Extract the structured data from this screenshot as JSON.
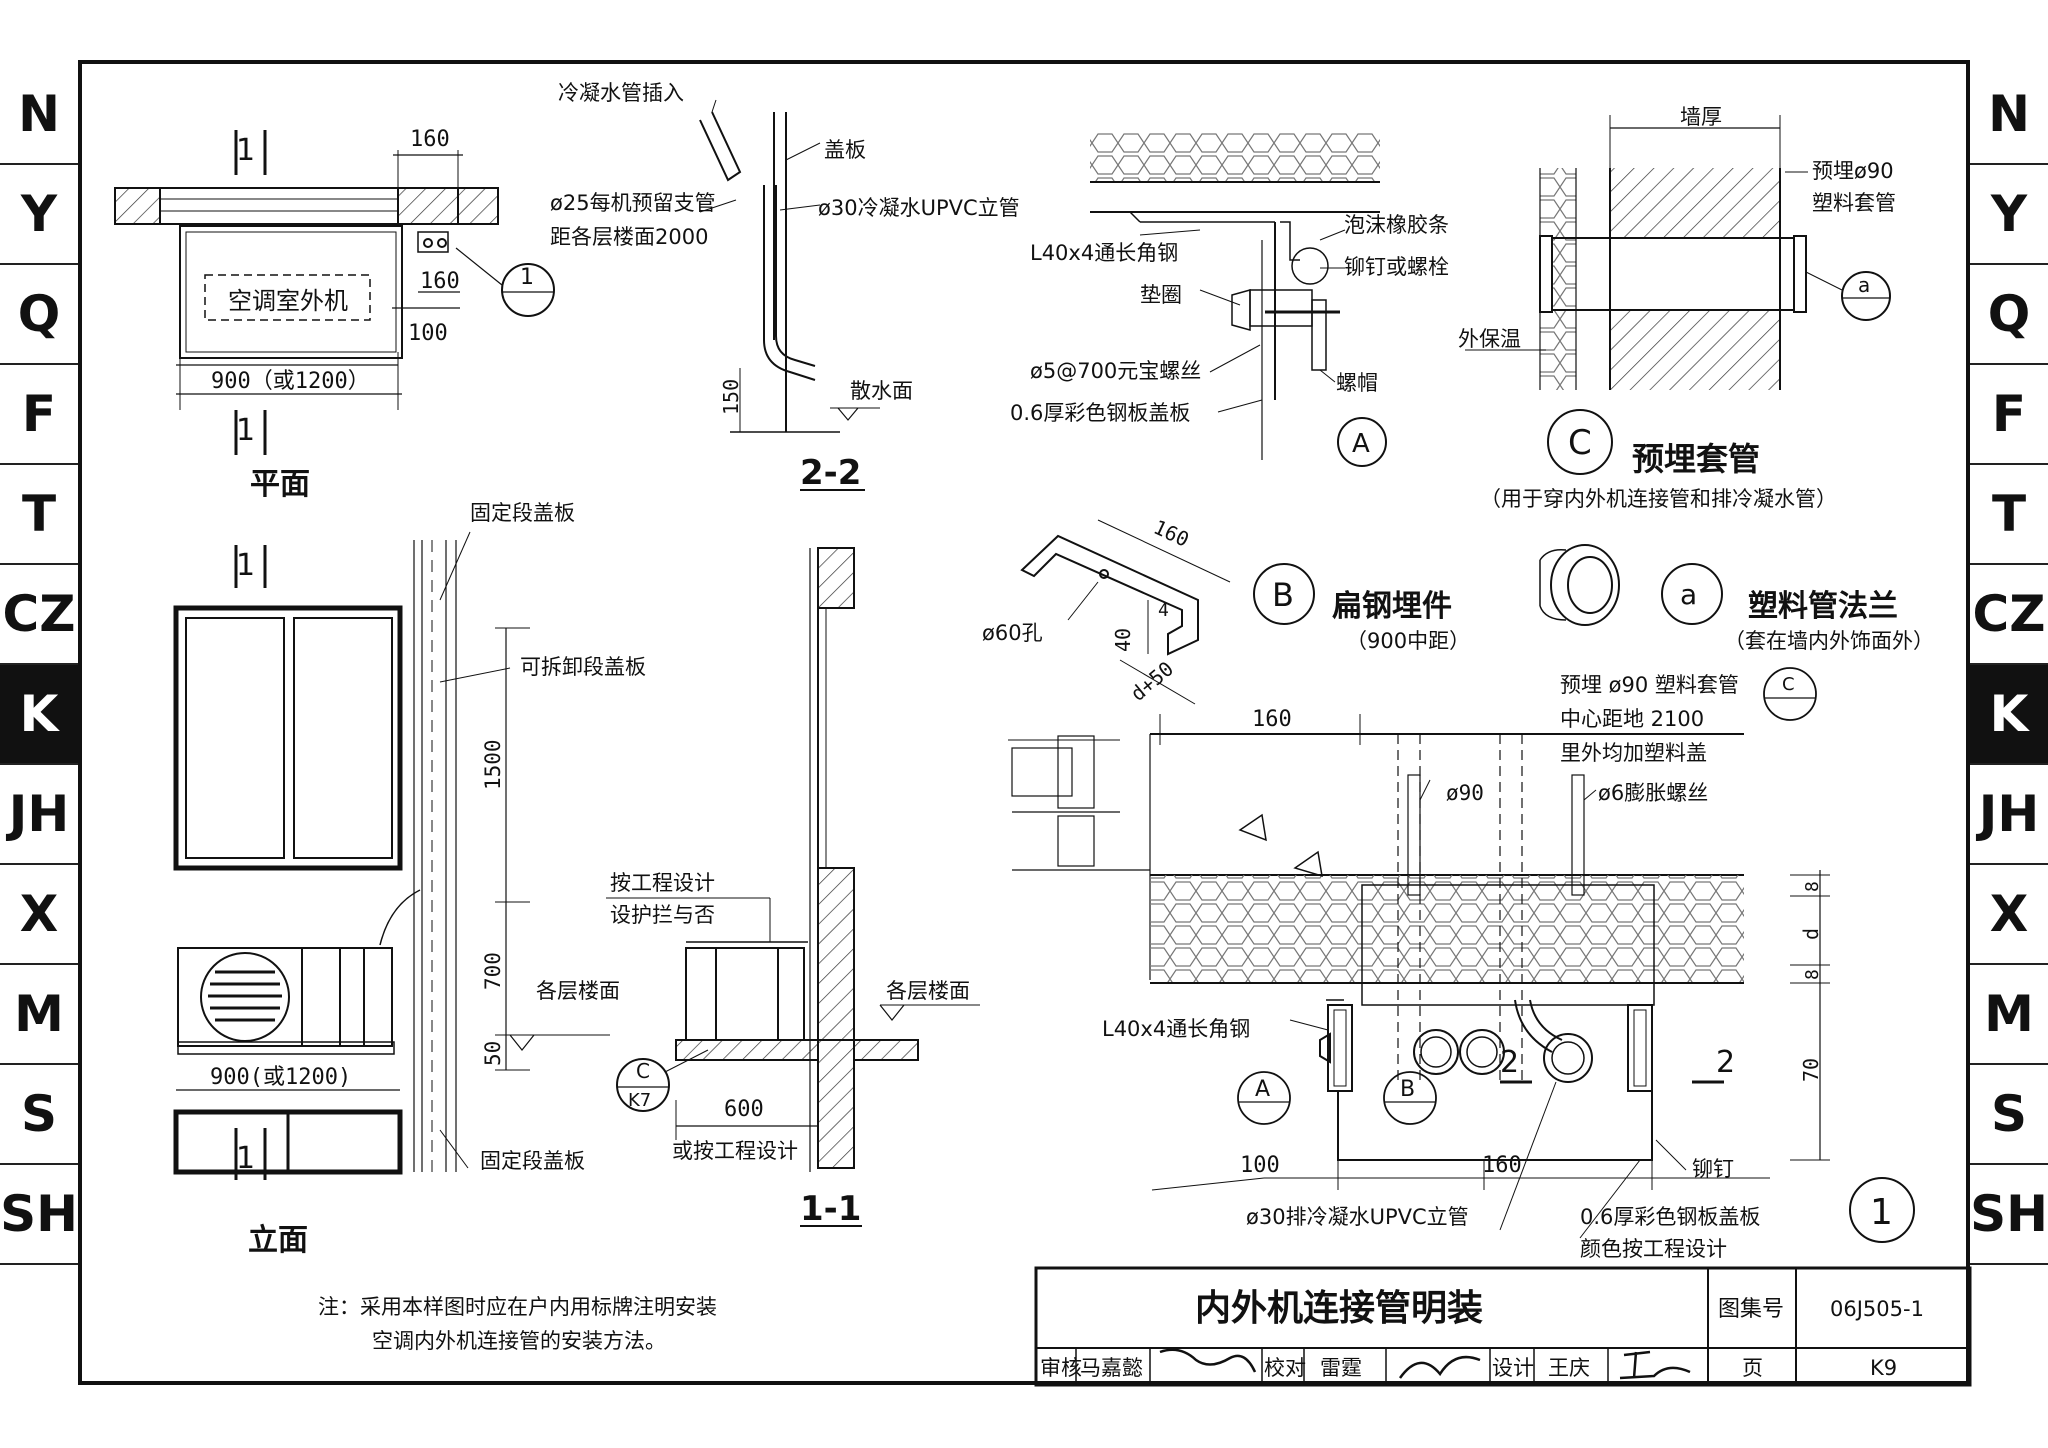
{
  "side_tabs": [
    "N",
    "Y",
    "Q",
    "F",
    "T",
    "CZ",
    "K",
    "JH",
    "X",
    "M",
    "S",
    "SH"
  ],
  "active_tab": "K",
  "plan": {
    "title": "平面",
    "section_mark": "1",
    "unit_label": "空调室外机",
    "dim_width": "900（或1200）",
    "dim_160a": "160",
    "dim_160b": "160",
    "dim_100": "100",
    "detail_ref": "1"
  },
  "section22": {
    "title": "2-2",
    "insert_label": "冷凝水管插入",
    "cover_label": "盖板",
    "riser_label": "ø30冷凝水UPVC立管",
    "branch_label_1": "ø25每机预留支管",
    "branch_label_2": "距各层楼面2000",
    "ground_label": "散水面",
    "dim_150": "150"
  },
  "detailA": {
    "mark": "A",
    "angle_label": "L40x4通长角钢",
    "foam_label": "泡沫橡胶条",
    "rivet_label": "铆钉或螺栓",
    "washer_label": "垫圈",
    "screw_label": "ø5@700元宝螺丝",
    "nut_label": "螺帽",
    "cover_label": "0.6厚彩色钢板盖板"
  },
  "detailC": {
    "mark": "C",
    "title": "预埋套管",
    "subtitle": "（用于穿内外机连接管和排冷凝水管）",
    "wall_label": "墙厚",
    "sleeve_label_1": "预埋ø90",
    "sleeve_label_2": "塑料套管",
    "insulation_label": "外保温",
    "flange_ref": "a"
  },
  "detailB": {
    "mark": "B",
    "title": "扁钢埋件",
    "subtitle": "（900中距）",
    "hole_label": "ø60孔",
    "dim_160": "160",
    "dim_40": "40",
    "dim_4": "4",
    "dim_d50": "d+50"
  },
  "detail_a": {
    "mark": "a",
    "title": "塑料管法兰",
    "subtitle": "（套在墙内外饰面外）"
  },
  "elevation": {
    "title": "立面",
    "section_mark": "1",
    "fixed_cover": "固定段盖板",
    "removable_cover": "可拆卸段盖板",
    "floor_label": "各层楼面",
    "fixed_cover_bottom": "固定段盖板",
    "dim_1500": "1500",
    "dim_700": "700",
    "dim_50": "50",
    "dim_width": "900(或1200)"
  },
  "section11": {
    "title": "1-1",
    "railing_label_1": "按工程设计",
    "railing_label_2": "设护拦与否",
    "floor_label": "各层楼面",
    "ref_top": "C",
    "ref_bottom": "K7",
    "dim_600": "600",
    "or_design": "或按工程设计"
  },
  "detail1": {
    "mark": "1",
    "dim_160_top": "160",
    "sleeve_label_1": "预埋 ø90 塑料套管",
    "sleeve_label_2": "中心距地 2100",
    "sleeve_label_3": "里外均加塑料盖",
    "sleeve_ref": "C",
    "pipe_dia": "ø90",
    "bolt_label": "ø6膨胀螺丝",
    "angle_label": "L40x4通长角钢",
    "ref_A": "A",
    "ref_B": "B",
    "section_2": "2",
    "dim_100": "100",
    "dim_160": "160",
    "dim_8a": "8",
    "dim_d": "d",
    "dim_8b": "8",
    "dim_70": "70",
    "rivet_label": "铆钉",
    "riser_label": "ø30排冷凝水UPVC立管",
    "cover_label_1": "0.6厚彩色钢板盖板",
    "cover_label_2": "颜色按工程设计"
  },
  "note": {
    "line1": "注：采用本样图时应在户内用标牌注明安装",
    "line2": "空调内外机连接管的安装方法。"
  },
  "title_block": {
    "title": "内外机连接管明装",
    "atlas_label": "图集号",
    "atlas_no": "06J505-1",
    "review_label": "审核",
    "reviewer": "马嘉懿",
    "reviewer_sig": "马嘉懿",
    "check_label": "校对",
    "checker": "雷霆",
    "checker_sig": "雷",
    "design_label": "设计",
    "designer": "王庆",
    "designer_sig": "王庆",
    "page_label": "页",
    "page_no": "K9"
  }
}
